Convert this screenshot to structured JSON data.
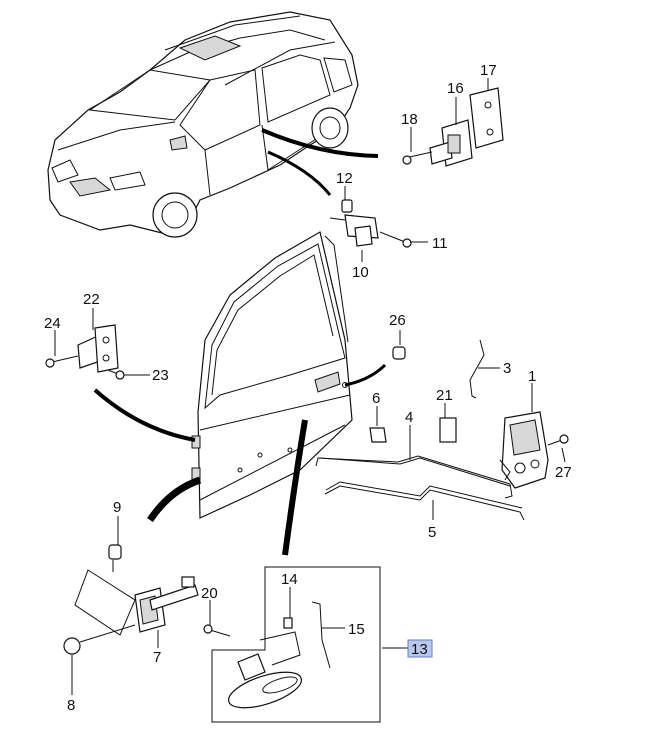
{
  "diagram": {
    "callouts": [
      {
        "id": "c1",
        "label": "1"
      },
      {
        "id": "c3",
        "label": "3"
      },
      {
        "id": "c4",
        "label": "4"
      },
      {
        "id": "c5",
        "label": "5"
      },
      {
        "id": "c6",
        "label": "6"
      },
      {
        "id": "c7",
        "label": "7"
      },
      {
        "id": "c8",
        "label": "8"
      },
      {
        "id": "c9",
        "label": "9"
      },
      {
        "id": "c10",
        "label": "10"
      },
      {
        "id": "c11",
        "label": "11"
      },
      {
        "id": "c12",
        "label": "12"
      },
      {
        "id": "c13",
        "label": "13",
        "highlighted": true
      },
      {
        "id": "c14",
        "label": "14"
      },
      {
        "id": "c15",
        "label": "15"
      },
      {
        "id": "c16",
        "label": "16"
      },
      {
        "id": "c17",
        "label": "17"
      },
      {
        "id": "c18",
        "label": "18"
      },
      {
        "id": "c20",
        "label": "20"
      },
      {
        "id": "c21",
        "label": "21"
      },
      {
        "id": "c22",
        "label": "22"
      },
      {
        "id": "c23",
        "label": "23"
      },
      {
        "id": "c24",
        "label": "24"
      },
      {
        "id": "c26",
        "label": "26"
      },
      {
        "id": "c27",
        "label": "27"
      }
    ],
    "highlight_color": "#b9c9ee"
  }
}
